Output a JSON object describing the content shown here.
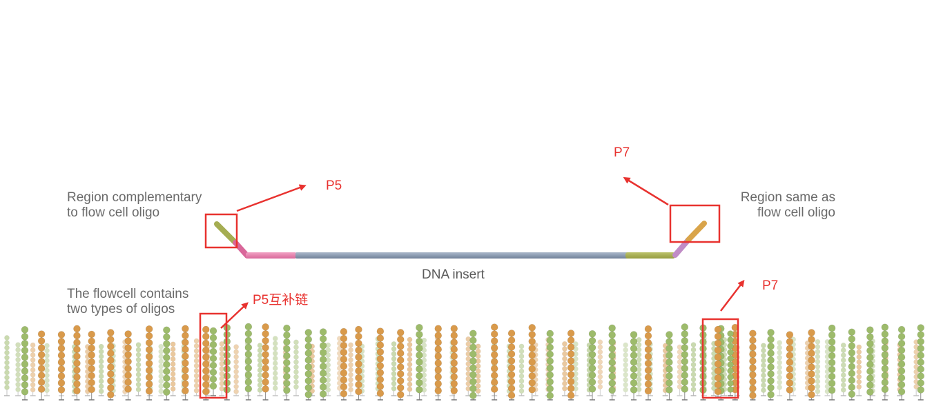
{
  "labels": {
    "left_region": "Region complementary\nto flow cell oligo",
    "right_region": "Region same as\nflow cell oligo",
    "insert": "DNA insert",
    "flowcell": "The flowcell contains\ntwo types of oligos"
  },
  "annotations": {
    "p5_top": "P5",
    "p7_top": "P7",
    "p5_complement": "P5互补链",
    "p7_bottom": "P7"
  },
  "colors": {
    "annotation_red": "#e8322f",
    "insert_blue": "#8fa0b8",
    "adapter_pink": "#e07aa6",
    "adapter_olive": "#a5ad52",
    "adapter_orange": "#d9a44a",
    "adapter_purple": "#c08cc6",
    "oligo_green": "#9dbb6b",
    "oligo_orange": "#d99a4b"
  }
}
